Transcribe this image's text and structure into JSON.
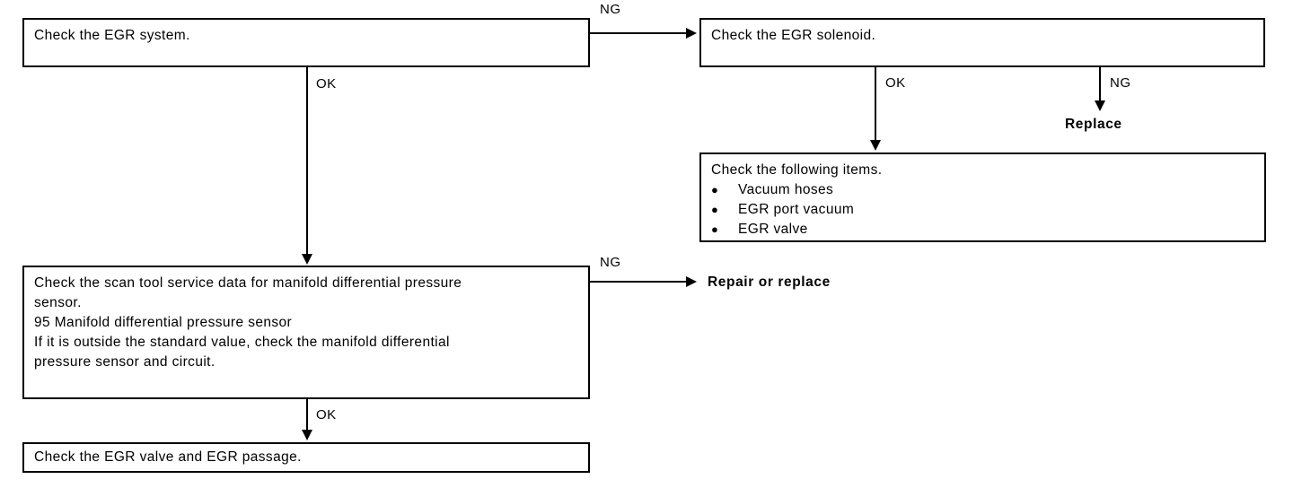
{
  "diagram": {
    "title": "EGR system troubleshooting flowchart",
    "nodes": [
      {
        "id": "check_egr_system",
        "text": "Check the EGR system."
      },
      {
        "id": "check_egr_solenoid",
        "text": "Check the EGR solenoid."
      },
      {
        "id": "check_following_items",
        "text": "Check the following items.",
        "bullets": [
          "Vacuum hoses",
          "EGR port vacuum",
          "EGR valve"
        ],
        "bullet_glyph": "●"
      },
      {
        "id": "check_scan_tool",
        "line1": "Check the scan tool service data for manifold differential pressure",
        "line2": "sensor.",
        "line3": "95 Manifold differential pressure sensor",
        "line4": "If it is outside the standard value, check the manifold differential",
        "line5": "pressure sensor and circuit."
      },
      {
        "id": "check_egr_valve_passage",
        "text": "Check the EGR valve and EGR passage."
      }
    ],
    "terminals": [
      {
        "id": "replace",
        "text": "Replace"
      },
      {
        "id": "repair_or_replace",
        "text": "Repair or replace"
      }
    ],
    "edge_labels": {
      "system_ng": "NG",
      "system_ok": "OK",
      "solenoid_ok": "OK",
      "solenoid_ng": "NG",
      "scan_ng": "NG",
      "scan_ok": "OK"
    },
    "colors": {
      "line": "#000000",
      "text": "#000000",
      "background": "#ffffff"
    }
  }
}
